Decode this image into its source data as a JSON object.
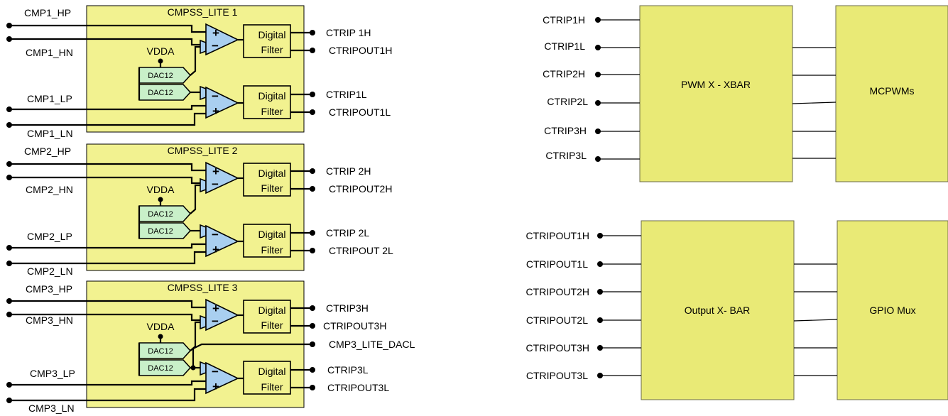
{
  "cmpss": [
    {
      "title": "CMPSS_LITE 1",
      "hp": "CMP1_HP",
      "hn": "CMP1_HN",
      "lp": "CMP1_LP",
      "ln": "CMP1_LN",
      "vdda": "VDDA",
      "dac_top": "DAC12",
      "dac_bot": "DAC12",
      "filter_top": [
        "Digital",
        "Filter"
      ],
      "filter_bot": [
        "Digital",
        "Filter"
      ],
      "out_trip_h": "CTRIP 1H",
      "out_tripout_h": "CTRIPOUT1H",
      "out_trip_l": "CTRIP1L",
      "out_tripout_l": "CTRIPOUT1L"
    },
    {
      "title": "CMPSS_LITE 2",
      "hp": "CMP2_HP",
      "hn": "CMP2_HN",
      "lp": "CMP2_LP",
      "ln": "CMP2_LN",
      "vdda": "VDDA",
      "dac_top": "DAC12",
      "dac_bot": "DAC12",
      "filter_top": [
        "Digital",
        "Filter"
      ],
      "filter_bot": [
        "Digital",
        "Filter"
      ],
      "out_trip_h": "CTRIP 2H",
      "out_tripout_h": "CTRIPOUT2H",
      "out_trip_l": "CTRIP 2L",
      "out_tripout_l": "CTRIPOUT 2L"
    },
    {
      "title": "CMPSS_LITE 3",
      "hp": "CMP3_HP",
      "hn": "CMP3_HN",
      "lp": "CMP3_LP",
      "ln": "CMP3_LN",
      "vdda": "VDDA",
      "dac_top": "DAC12",
      "dac_bot": "DAC12",
      "filter_top": [
        "Digital",
        "Filter"
      ],
      "filter_bot": [
        "Digital",
        "Filter"
      ],
      "out_trip_h": "CTRIP3H",
      "out_tripout_h": "CTRIPOUT3H",
      "out_trip_l": "CTRIP3L",
      "out_tripout_l": "CTRIPOUT3L",
      "out_dacl": "CMP3_LITE_DACL"
    }
  ],
  "comparator_signs": {
    "plus": "+",
    "minus": "−"
  },
  "pwm_xbar": {
    "label": "PWM X - XBAR",
    "target": "MCPWMs",
    "inputs": [
      "CTRIP1H",
      "CTRIP1L",
      "CTRIP2H",
      "CTRIP2L",
      "CTRIP3H",
      "CTRIP3L"
    ]
  },
  "output_xbar": {
    "label": "Output X- BAR",
    "target": "GPIO Mux",
    "inputs": [
      "CTRIPOUT1H",
      "CTRIPOUT1L",
      "CTRIPOUT2H",
      "CTRIPOUT2L",
      "CTRIPOUT3H",
      "CTRIPOUT3L"
    ]
  },
  "colors": {
    "block_fill": "#f2f290",
    "xbar_fill": "#e9ea76",
    "dac_fill": "#c9f0c9",
    "comparator_fill": "#a9cff0"
  }
}
